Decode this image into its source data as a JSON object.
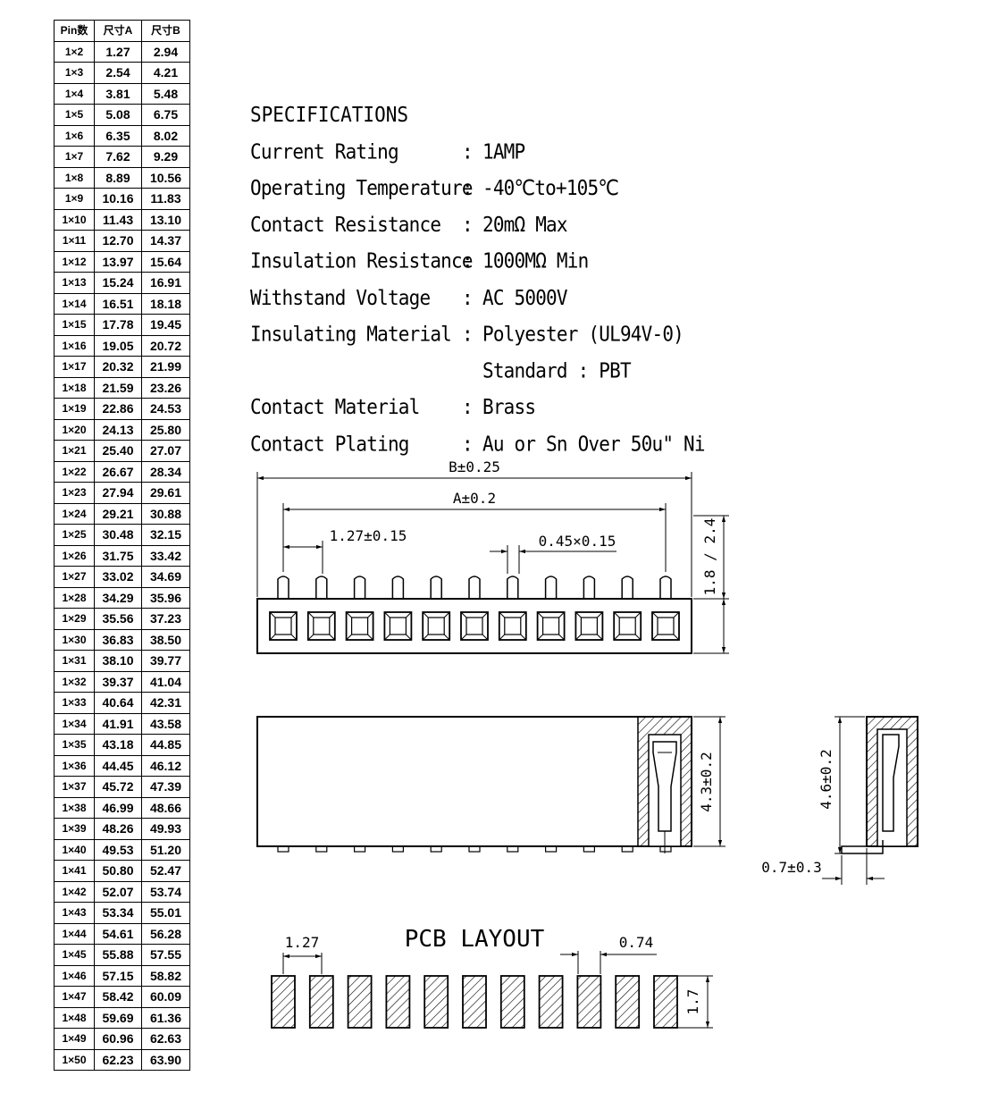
{
  "table": {
    "headers": [
      "Pin数",
      "尺寸A",
      "尺寸B"
    ],
    "rows": [
      [
        "1×2",
        "1.27",
        "2.94"
      ],
      [
        "1×3",
        "2.54",
        "4.21"
      ],
      [
        "1×4",
        "3.81",
        "5.48"
      ],
      [
        "1×5",
        "5.08",
        "6.75"
      ],
      [
        "1×6",
        "6.35",
        "8.02"
      ],
      [
        "1×7",
        "7.62",
        "9.29"
      ],
      [
        "1×8",
        "8.89",
        "10.56"
      ],
      [
        "1×9",
        "10.16",
        "11.83"
      ],
      [
        "1×10",
        "11.43",
        "13.10"
      ],
      [
        "1×11",
        "12.70",
        "14.37"
      ],
      [
        "1×12",
        "13.97",
        "15.64"
      ],
      [
        "1×13",
        "15.24",
        "16.91"
      ],
      [
        "1×14",
        "16.51",
        "18.18"
      ],
      [
        "1×15",
        "17.78",
        "19.45"
      ],
      [
        "1×16",
        "19.05",
        "20.72"
      ],
      [
        "1×17",
        "20.32",
        "21.99"
      ],
      [
        "1×18",
        "21.59",
        "23.26"
      ],
      [
        "1×19",
        "22.86",
        "24.53"
      ],
      [
        "1×20",
        "24.13",
        "25.80"
      ],
      [
        "1×21",
        "25.40",
        "27.07"
      ],
      [
        "1×22",
        "26.67",
        "28.34"
      ],
      [
        "1×23",
        "27.94",
        "29.61"
      ],
      [
        "1×24",
        "29.21",
        "30.88"
      ],
      [
        "1×25",
        "30.48",
        "32.15"
      ],
      [
        "1×26",
        "31.75",
        "33.42"
      ],
      [
        "1×27",
        "33.02",
        "34.69"
      ],
      [
        "1×28",
        "34.29",
        "35.96"
      ],
      [
        "1×29",
        "35.56",
        "37.23"
      ],
      [
        "1×30",
        "36.83",
        "38.50"
      ],
      [
        "1×31",
        "38.10",
        "39.77"
      ],
      [
        "1×32",
        "39.37",
        "41.04"
      ],
      [
        "1×33",
        "40.64",
        "42.31"
      ],
      [
        "1×34",
        "41.91",
        "43.58"
      ],
      [
        "1×35",
        "43.18",
        "44.85"
      ],
      [
        "1×36",
        "44.45",
        "46.12"
      ],
      [
        "1×37",
        "45.72",
        "47.39"
      ],
      [
        "1×38",
        "46.99",
        "48.66"
      ],
      [
        "1×39",
        "48.26",
        "49.93"
      ],
      [
        "1×40",
        "49.53",
        "51.20"
      ],
      [
        "1×41",
        "50.80",
        "52.47"
      ],
      [
        "1×42",
        "52.07",
        "53.74"
      ],
      [
        "1×43",
        "53.34",
        "55.01"
      ],
      [
        "1×44",
        "54.61",
        "56.28"
      ],
      [
        "1×45",
        "55.88",
        "57.55"
      ],
      [
        "1×46",
        "57.15",
        "58.82"
      ],
      [
        "1×47",
        "58.42",
        "60.09"
      ],
      [
        "1×48",
        "59.69",
        "61.36"
      ],
      [
        "1×49",
        "60.96",
        "62.63"
      ],
      [
        "1×50",
        "62.23",
        "63.90"
      ]
    ]
  },
  "specs": {
    "title": "SPECIFICATIONS",
    "items": [
      {
        "label": "Current Rating",
        "value": "1AMP"
      },
      {
        "label": "Operating Temperature",
        "value": "-40℃to+105℃"
      },
      {
        "label": "Contact Resistance",
        "value": "20mΩ Max"
      },
      {
        "label": "Insulation Resistance",
        "value": "1000MΩ Min"
      },
      {
        "label": "Withstand Voltage",
        "value": "AC 5000V"
      },
      {
        "label": "Insulating Material",
        "value": "Polyester (UL94V-0)"
      },
      {
        "label": "",
        "value": "Standard : PBT"
      },
      {
        "label": "Contact Material",
        "value": "Brass"
      },
      {
        "label": "Contact Plating",
        "value": "Au or Sn Over 50u\" Ni"
      }
    ]
  },
  "drawing": {
    "pin_count": 11,
    "dim_b": "B±0.25",
    "dim_a": "A±0.2",
    "dim_pitch": "1.27±0.15",
    "dim_pin_width": "0.45×0.15",
    "dim_pin_height": "1.8 / 2.4",
    "dim_body_height": "4.3±0.2",
    "dim_side_height": "4.6±0.2",
    "dim_side_offset": "0.7±0.3",
    "pcb_title": "PCB LAYOUT",
    "pcb_pitch": "1.27",
    "pcb_pad_width": "0.74",
    "pcb_pad_height": "1.7"
  }
}
